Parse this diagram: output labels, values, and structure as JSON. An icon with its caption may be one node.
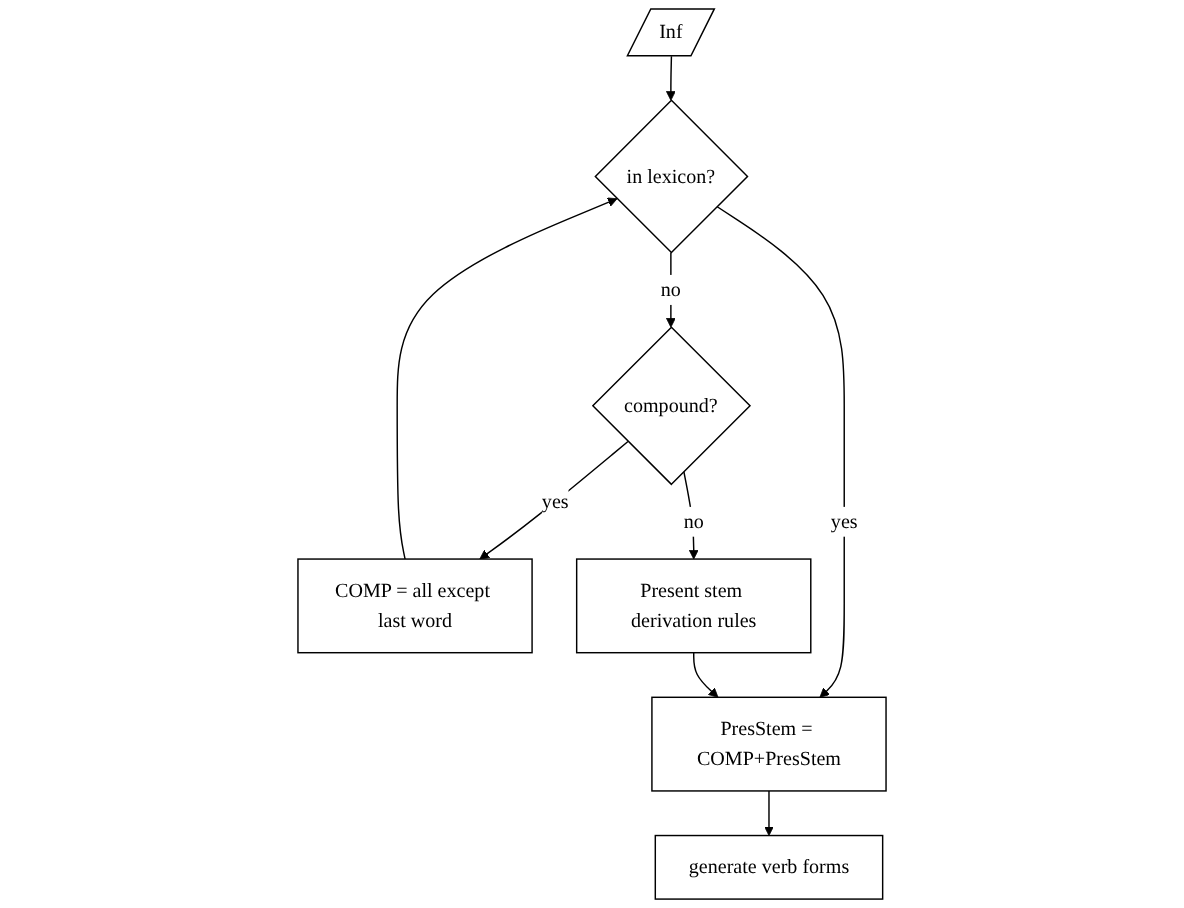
{
  "diagram": {
    "nodes": [
      {
        "text": [
          "Inf"
        ]
      },
      {
        "text": [
          "COMP = all except last word"
        ]
      },
      {
        "text": [
          "in lexicon?"
        ]
      },
      {
        "text": [
          "compound?"
        ]
      },
      {
        "text": [
          "Present stem derivation rules"
        ]
      },
      {
        "text": [
          "PresStem = COMP+PresStem"
        ]
      },
      {
        "text": [
          "generate verb forms"
        ]
      }
    ],
    "edges": [
      {
        "from": 0,
        "to": 2,
        "arrow": "to"
      },
      {
        "from": 1,
        "to": 2,
        "arrow": "to"
      },
      {
        "from": 2,
        "to": 3,
        "label": "no",
        "arrow": "to"
      },
      {
        "from": 3,
        "to": 1,
        "label": "yes",
        "arrow": "to"
      },
      {
        "from": 3,
        "to": 4,
        "label": "no",
        "arrow": "to"
      },
      {
        "from": 2,
        "to": 5,
        "label": "yes",
        "arrow": "to"
      },
      {
        "from": 4,
        "to": 5,
        "arrow": "to"
      },
      {
        "from": 5,
        "to": 6,
        "arrow": "to"
      }
    ]
  }
}
